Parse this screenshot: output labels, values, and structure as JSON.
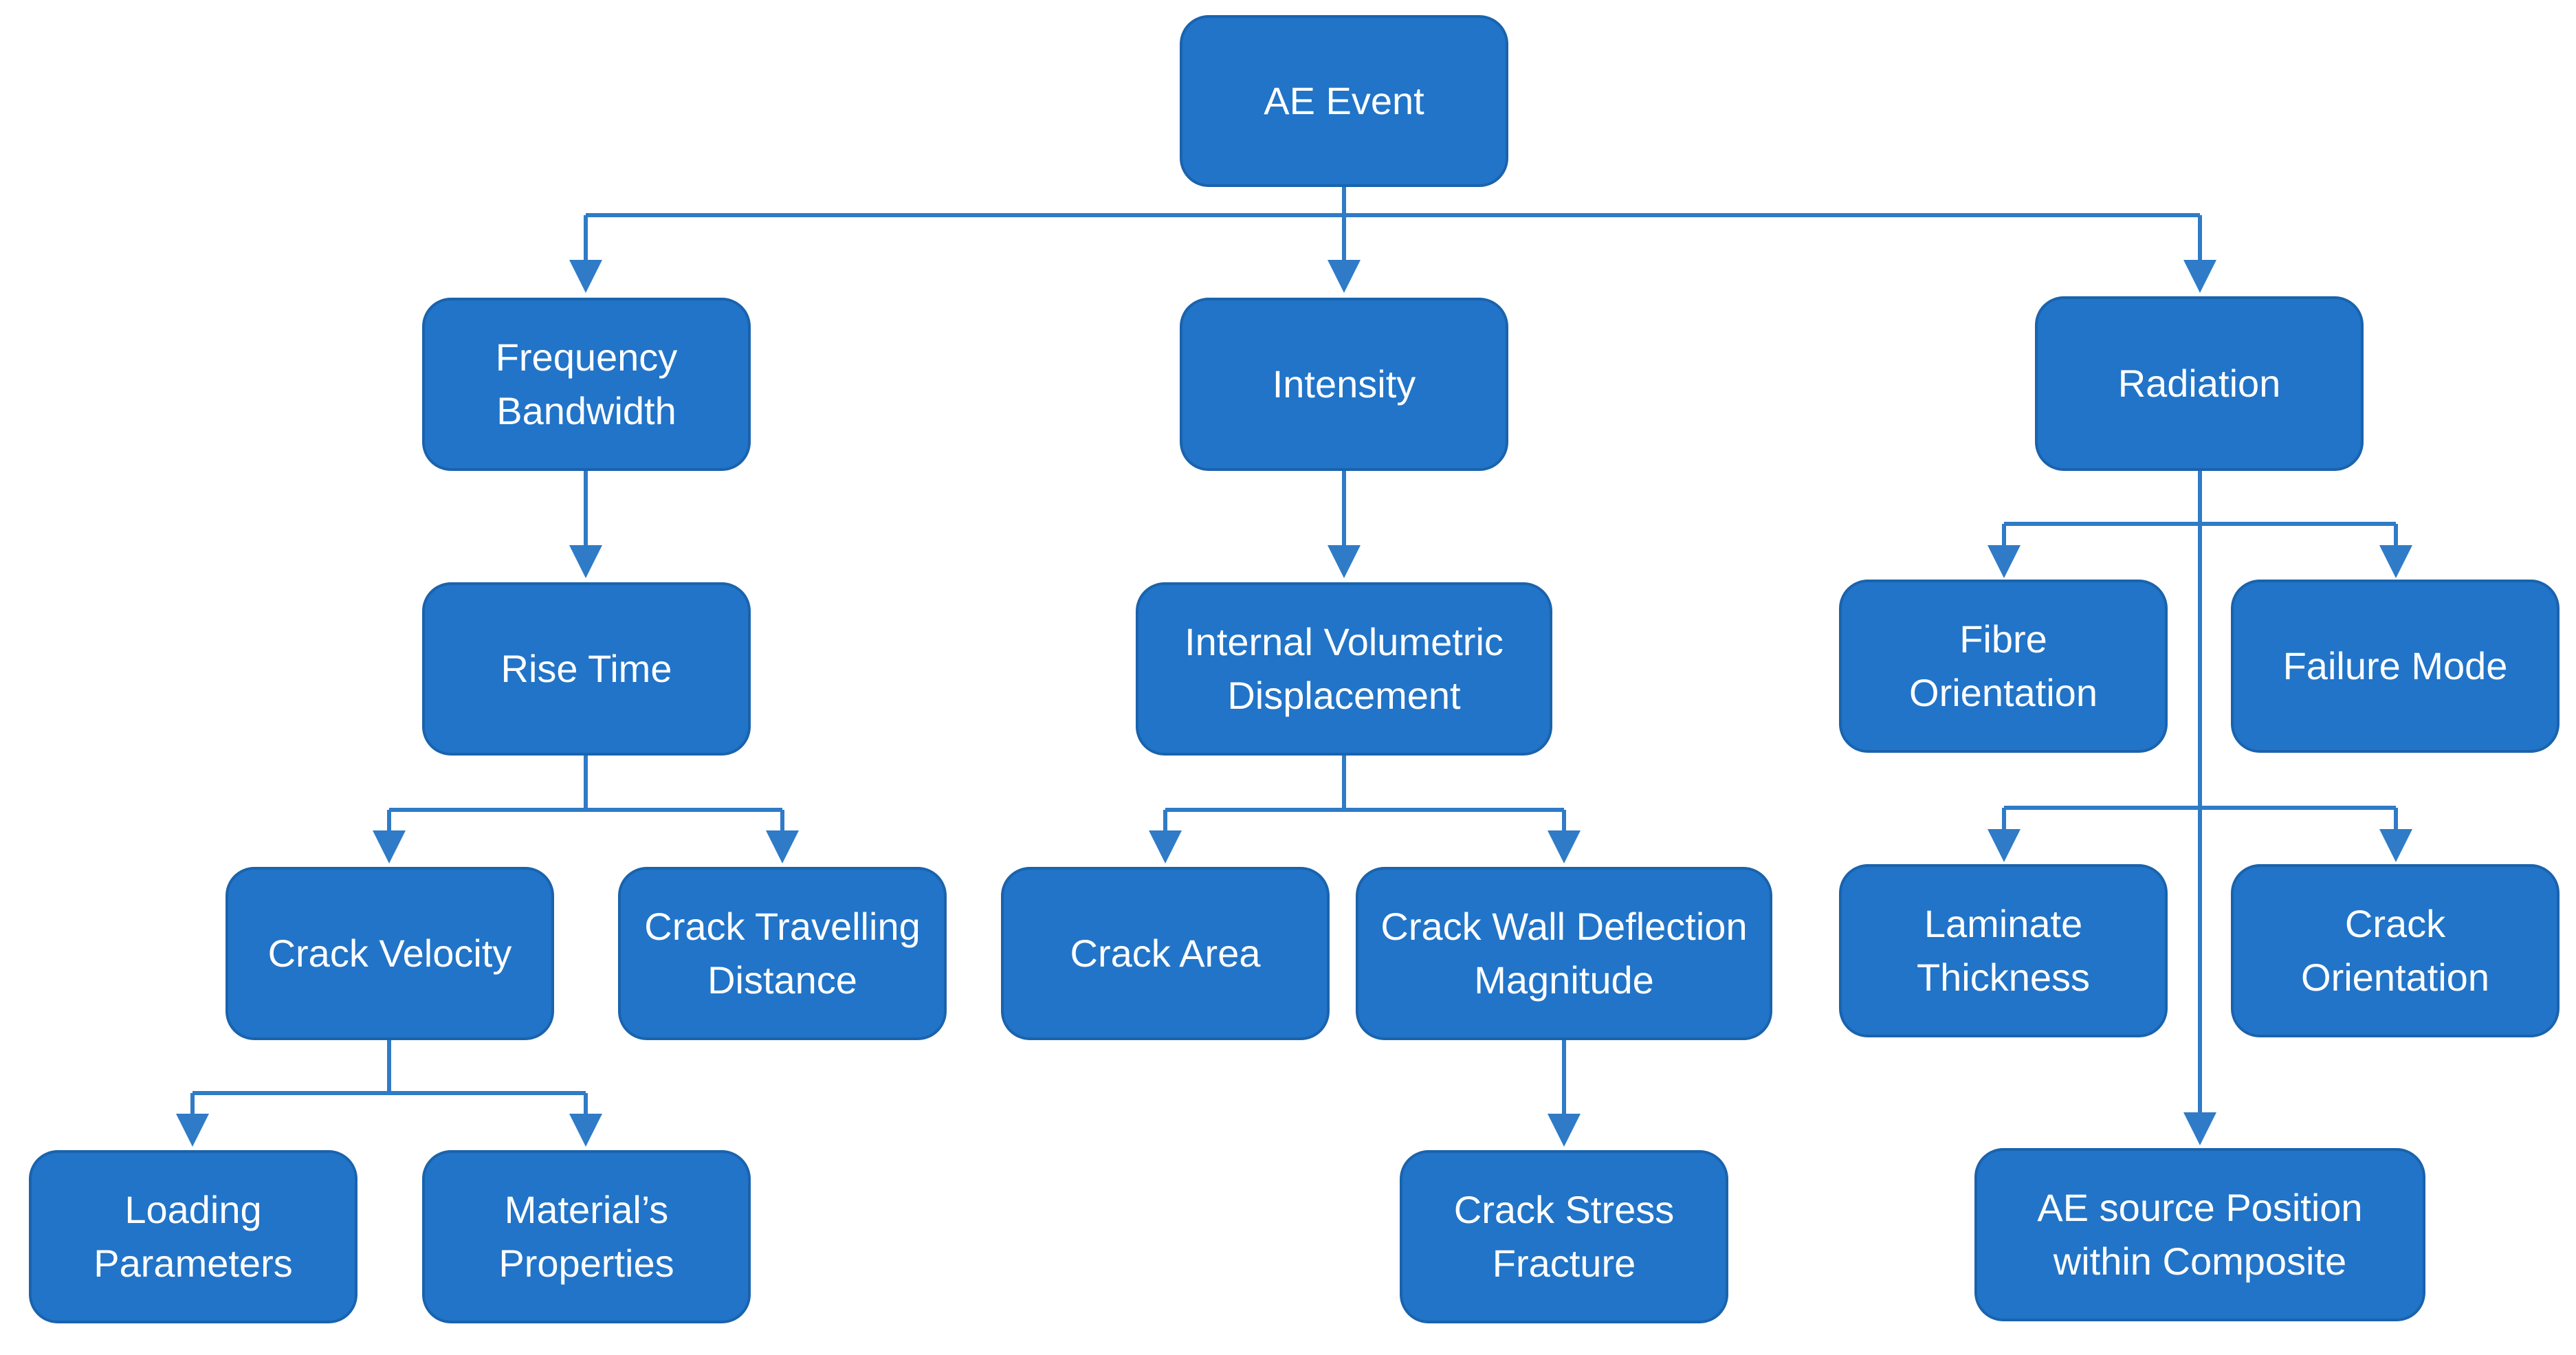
{
  "diagram": {
    "colors": {
      "box_fill": "#2174c8",
      "box_border": "#1a63ad",
      "connector": "#2f7bc7",
      "text": "#ffffff"
    },
    "nodes": {
      "ae_event": "AE Event",
      "frequency_bandwidth": "Frequency\nBandwidth",
      "intensity": "Intensity",
      "radiation": "Radiation",
      "rise_time": "Rise Time",
      "internal_volumetric_displacement": "Internal Volumetric\nDisplacement",
      "fibre_orientation": "Fibre\nOrientation",
      "failure_mode": "Failure Mode",
      "crack_velocity": "Crack Velocity",
      "crack_travelling_distance": "Crack Travelling\nDistance",
      "crack_area": "Crack Area",
      "crack_wall_deflection_magnitude": "Crack Wall Deflection\nMagnitude",
      "laminate_thickness": "Laminate\nThickness",
      "crack_orientation": "Crack\nOrientation",
      "loading_parameters": "Loading\nParameters",
      "materials_properties": "Material’s\nProperties",
      "crack_stress_fracture": "Crack Stress\nFracture",
      "ae_source_position_within_composite": "AE source Position\nwithin Composite"
    }
  }
}
